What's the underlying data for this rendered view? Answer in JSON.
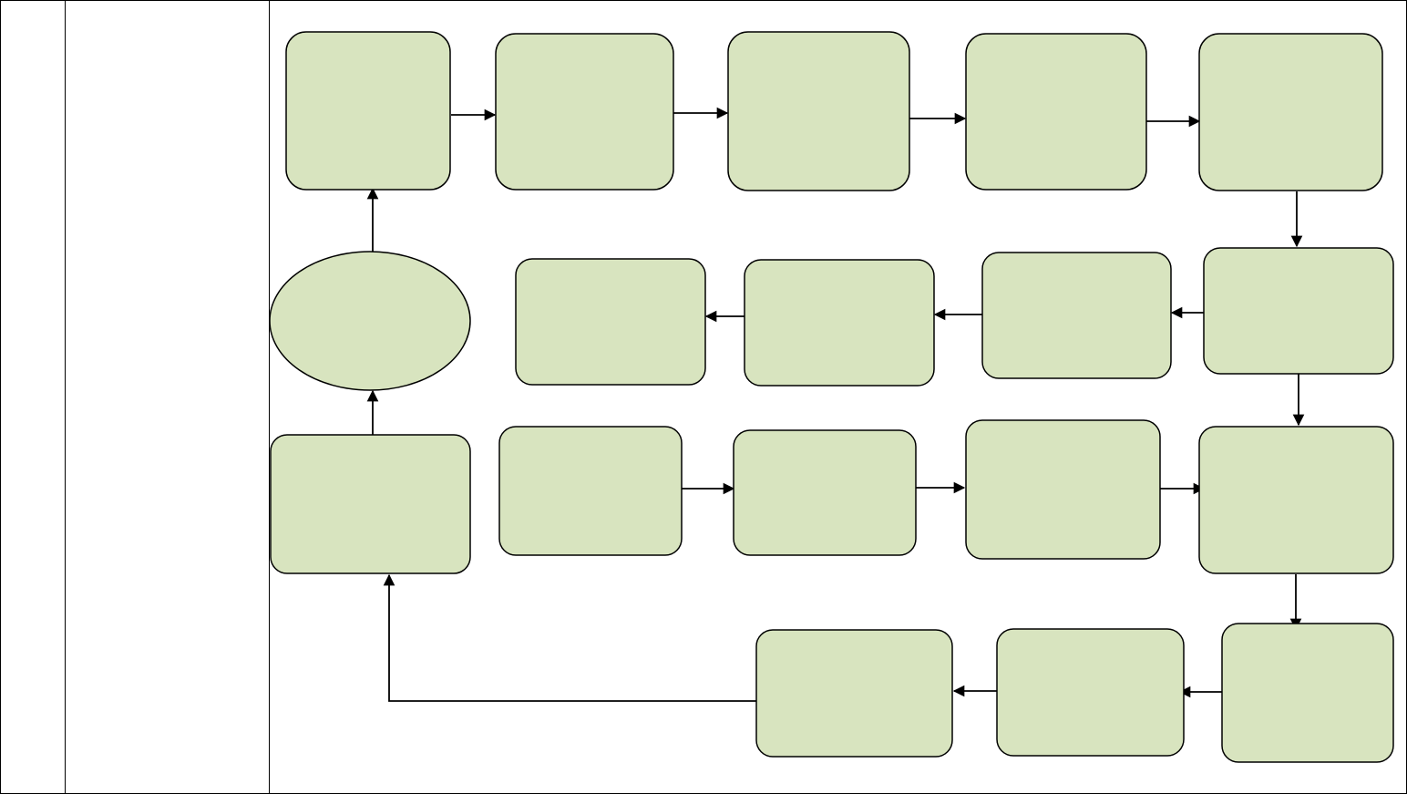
{
  "table": {
    "columns": [
      "",
      "",
      ""
    ]
  },
  "diagram": {
    "fill_color": "#d8e4bf",
    "stroke_color": "#000000",
    "nodes": [
      {
        "id": "r1c1",
        "shape": "rounded-rect",
        "label": ""
      },
      {
        "id": "r1c2",
        "shape": "rounded-rect",
        "label": ""
      },
      {
        "id": "r1c3",
        "shape": "rounded-rect",
        "label": ""
      },
      {
        "id": "r1c4",
        "shape": "rounded-rect",
        "label": ""
      },
      {
        "id": "r1c5",
        "shape": "rounded-rect",
        "label": ""
      },
      {
        "id": "ellipse",
        "shape": "ellipse",
        "label": ""
      },
      {
        "id": "r2c2",
        "shape": "rounded-rect",
        "label": ""
      },
      {
        "id": "r2c3",
        "shape": "rounded-rect",
        "label": ""
      },
      {
        "id": "r2c4",
        "shape": "rounded-rect",
        "label": ""
      },
      {
        "id": "r2c5",
        "shape": "rounded-rect",
        "label": ""
      },
      {
        "id": "r3c1",
        "shape": "rounded-rect",
        "label": ""
      },
      {
        "id": "r3c2",
        "shape": "rounded-rect",
        "label": ""
      },
      {
        "id": "r3c3",
        "shape": "rounded-rect",
        "label": ""
      },
      {
        "id": "r3c4",
        "shape": "rounded-rect",
        "label": ""
      },
      {
        "id": "r3c5",
        "shape": "rounded-rect",
        "label": ""
      },
      {
        "id": "r4c3",
        "shape": "rounded-rect",
        "label": ""
      },
      {
        "id": "r4c4",
        "shape": "rounded-rect",
        "label": ""
      },
      {
        "id": "r4c5",
        "shape": "rounded-rect",
        "label": ""
      }
    ],
    "edges": [
      {
        "from": "r1c1",
        "to": "r1c2"
      },
      {
        "from": "r1c2",
        "to": "r1c3"
      },
      {
        "from": "r1c3",
        "to": "r1c4"
      },
      {
        "from": "r1c4",
        "to": "r1c5"
      },
      {
        "from": "r1c5",
        "to": "r2c5"
      },
      {
        "from": "r2c5",
        "to": "r2c4"
      },
      {
        "from": "r2c4",
        "to": "r2c3"
      },
      {
        "from": "r2c3",
        "to": "r2c2"
      },
      {
        "from": "r2c5",
        "to": "r3c5"
      },
      {
        "from": "r3c2",
        "to": "r3c3"
      },
      {
        "from": "r3c3",
        "to": "r3c4"
      },
      {
        "from": "r3c4",
        "to": "r3c5"
      },
      {
        "from": "r3c5",
        "to": "r4c5"
      },
      {
        "from": "r4c5",
        "to": "r4c4"
      },
      {
        "from": "r4c4",
        "to": "r4c3"
      },
      {
        "from": "r4c3",
        "to": "r3c1"
      },
      {
        "from": "r3c1",
        "to": "ellipse"
      },
      {
        "from": "ellipse",
        "to": "r1c1"
      }
    ]
  }
}
